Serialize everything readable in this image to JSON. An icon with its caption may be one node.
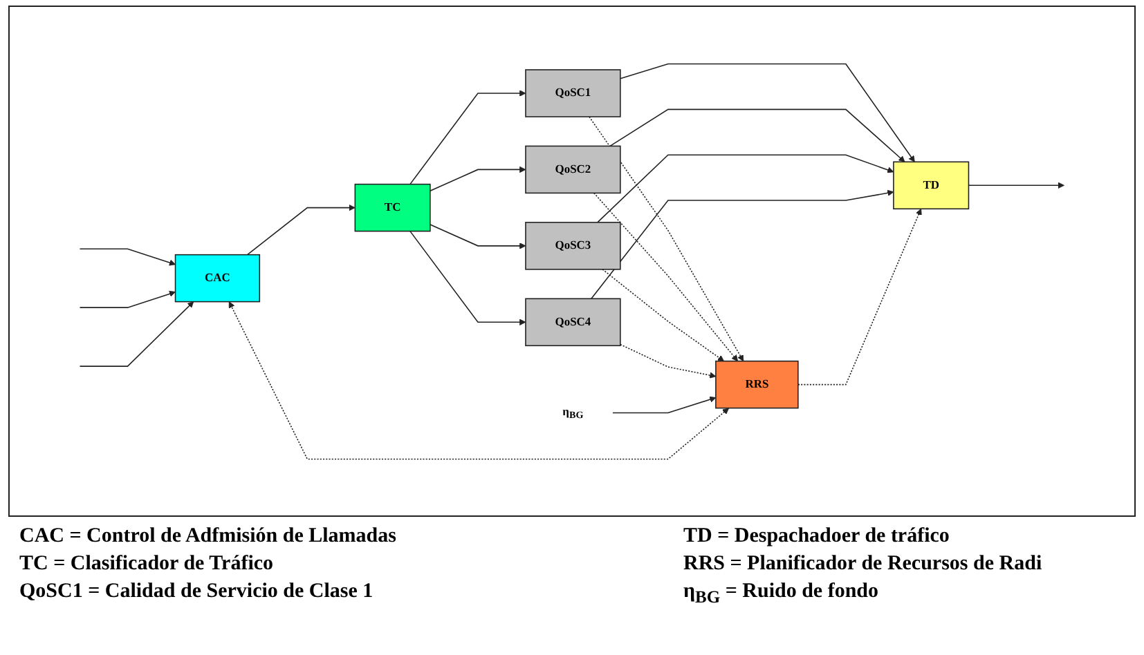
{
  "diagram": {
    "nodes": [
      {
        "text": [
          "CAC"
        ]
      },
      {
        "text": [
          "TC"
        ]
      },
      {
        "text": [
          "QoSC1"
        ]
      },
      {
        "text": [
          "QoSC2"
        ]
      },
      {
        "text": [
          "QoSC3"
        ]
      },
      {
        "text": [
          "QoSC4"
        ]
      },
      {
        "text": [
          "TD"
        ]
      },
      {
        "text": [
          "RRS"
        ]
      },
      {
        "text": [
          "η$_{BG}$"
        ]
      }
    ],
    "edges": [
      {
        "from": null,
        "to": 0,
        "arrow": "to"
      },
      {
        "from": null,
        "to": 0,
        "arrow": "to"
      },
      {
        "from": null,
        "to": 0,
        "arrow": "to"
      },
      {
        "from": 0,
        "to": 1,
        "arrow": "to"
      },
      {
        "from": 1,
        "to": 2,
        "arrow": "to"
      },
      {
        "from": 1,
        "to": 3,
        "arrow": "to"
      },
      {
        "from": 1,
        "to": 4,
        "arrow": "to"
      },
      {
        "from": 1,
        "to": 5,
        "arrow": "to"
      },
      {
        "from": 2,
        "to": 6,
        "arrow": "to"
      },
      {
        "from": 3,
        "to": 6,
        "arrow": "to"
      },
      {
        "from": 4,
        "to": 6,
        "arrow": "to"
      },
      {
        "from": 5,
        "to": 6,
        "arrow": "to"
      },
      {
        "from": 6,
        "to": null,
        "arrow": "to"
      },
      {
        "from": 7,
        "to": 0,
        "arrow": "both",
        "style": "dashed"
      },
      {
        "from": 2,
        "to": 7,
        "arrow": "to",
        "style": "dashed"
      },
      {
        "from": 3,
        "to": 7,
        "arrow": "to",
        "style": "dashed"
      },
      {
        "from": 4,
        "to": 7,
        "arrow": "to",
        "style": "dashed"
      },
      {
        "from": 5,
        "to": 7,
        "arrow": "to",
        "style": "dashed"
      },
      {
        "from": 7,
        "to": 6,
        "arrow": "to",
        "style": "dashed"
      },
      {
        "from": 8,
        "to": 7,
        "arrow": "to"
      }
    ],
    "labels": [
      "CAC = Control de Adfmisión de Llamadas",
      "TD = Despachadoer de tráfico",
      "TC = Clasificador de Tráfico",
      "RRS = Planificador de Recursos de Radi",
      "QoSC1 = Calidad de Servicio de Clase 1",
      "η$_{BG}$ = Ruido de fondo"
    ]
  }
}
